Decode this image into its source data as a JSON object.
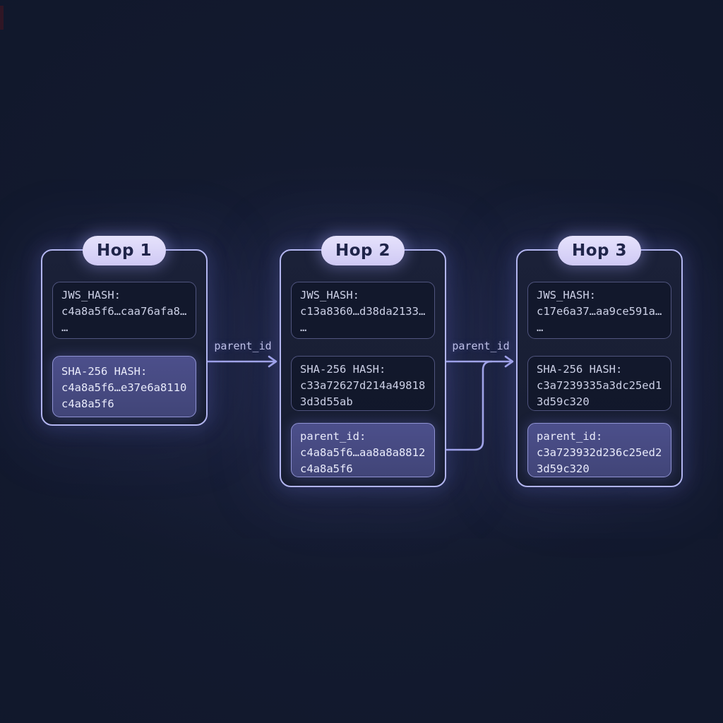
{
  "diagram": {
    "hops": [
      {
        "title": "Hop 1",
        "boxes": [
          {
            "label": "JWS_HASH:",
            "lines": [
              "c4a8a5f6…caa76afa8…",
              "…"
            ],
            "highlighted": false
          },
          {
            "label": "SHA-256 HASH:",
            "lines": [
              "c4a8a5f6…e37e6a8110",
              "c4a8a5f6"
            ],
            "highlighted": true
          }
        ]
      },
      {
        "title": "Hop 2",
        "boxes": [
          {
            "label": "JWS_HASH:",
            "lines": [
              "c13a8360…d38da2133…",
              "…"
            ],
            "highlighted": false
          },
          {
            "label": "SHA-256 HASH:",
            "lines": [
              "c33a72627d214a49818",
              "3d3d55ab"
            ],
            "highlighted": false
          },
          {
            "label": "parent_id:",
            "lines": [
              "c4a8a5f6…aa8a8a8812",
              "c4a8a5f6"
            ],
            "highlighted": true
          }
        ]
      },
      {
        "title": "Hop 3",
        "boxes": [
          {
            "label": "JWS_HASH:",
            "lines": [
              "c17e6a37…aa9ce591a…",
              "…"
            ],
            "highlighted": false
          },
          {
            "label": "SHA-256 HASH:",
            "lines": [
              "c3a7239335a3dc25ed1",
              "3d59c320"
            ],
            "highlighted": false
          },
          {
            "label": "parent_id:",
            "lines": [
              "c3a723932d236c25ed2",
              "3d59c320"
            ],
            "highlighted": true
          }
        ]
      }
    ],
    "connectors": [
      {
        "label": "parent_id"
      },
      {
        "label": "parent_id"
      }
    ],
    "colors": {
      "background": "#10172b",
      "card_fill": "#1a2036",
      "card_border": "#b3b6f0",
      "pill_fill": "#d9d4f8",
      "pill_text": "#20254a",
      "box_fill": "#141a2d",
      "box_border": "#50547e",
      "highlight_fill": "#45487f",
      "highlight_border": "#9093d4",
      "text": "#ccd0e6",
      "connector": "#a6a9ec"
    }
  }
}
